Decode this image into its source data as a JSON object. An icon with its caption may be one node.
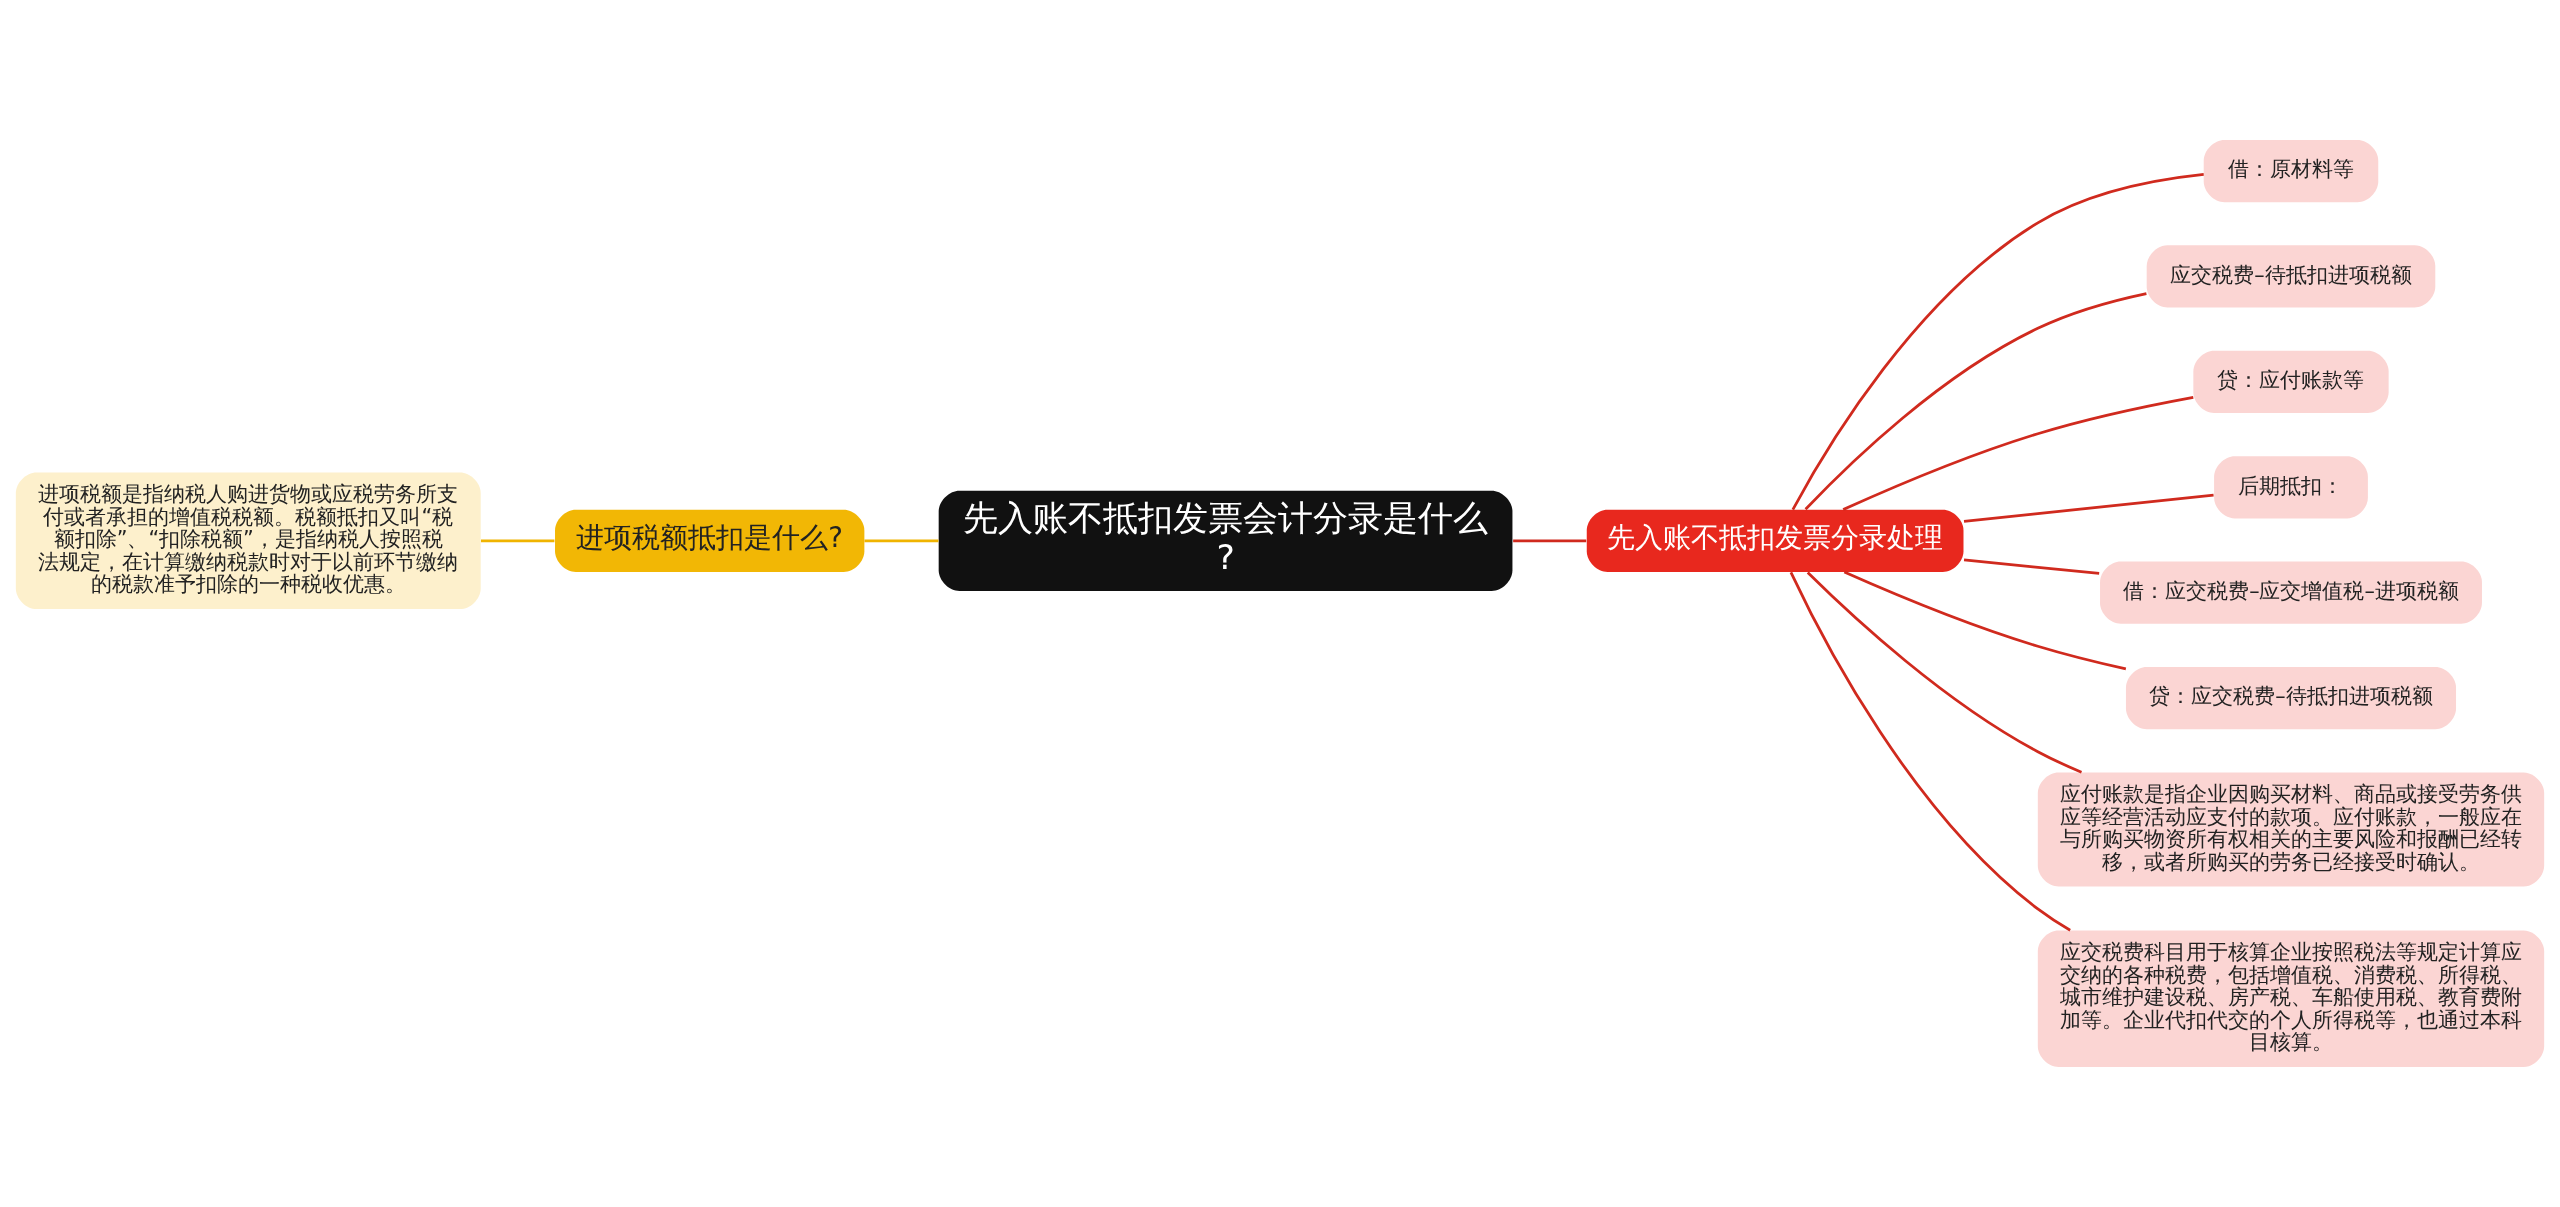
{
  "diagram": {
    "nodes": [
      {
        "text": [
          "先入账不抵扣发票会计分录是什么?"
        ]
      },
      {
        "text": [
          "进项税额抵扣是什么?"
        ]
      },
      {
        "text": [
          "进项税额是指纳税人购进货物或应税劳务所支付或者承担的增值税税额。税额抵扣又叫“税额扣除”、“扣除税额”，是指纳税人按照税法规定，在计算缴纳税款时对于以前环节缴纳的税款准予扣除的一种税收优惠。"
        ]
      },
      {
        "text": [
          "先入账不抵扣发票分录处理"
        ]
      },
      {
        "text": [
          "借：原材料等"
        ]
      },
      {
        "text": [
          "应交税费–待抵扣进项税额"
        ]
      },
      {
        "text": [
          "贷：应付账款等"
        ]
      },
      {
        "text": [
          "后期抵扣："
        ]
      },
      {
        "text": [
          "借：应交税费–应交增值税–进项税额"
        ]
      },
      {
        "text": [
          "贷：应交税费–待抵扣进项税额"
        ]
      },
      {
        "text": [
          "应付账款是指企业因购买材料、商品或接受劳务供应等经营活动应支付的款项。应付账款，一般应在与所购买物资所有权相关的主要风险和报酬已经转移，或者所购买的劳务已经接受时确认。"
        ]
      },
      {
        "text": [
          "应交税费科目用于核算企业按照税法等规定计算应交纳的各种税费，包括增值税、消费税、所得税、城市维护建设税、房产税、车船使用税、教育费附加等。企业代扣代交的个人所得税等，也通过本科目核算。"
        ]
      }
    ],
    "edges": [
      {
        "from": 2,
        "to": 1,
        "arrow": "none",
        "color": "#f0b400"
      },
      {
        "from": 1,
        "to": 0,
        "arrow": "none",
        "color": "#f0b400"
      },
      {
        "from": 0,
        "to": 3,
        "arrow": "none"
      },
      {
        "from": 3,
        "to": 4,
        "arrow": "none"
      },
      {
        "from": 3,
        "to": 5,
        "arrow": "none"
      },
      {
        "from": 3,
        "to": 6,
        "arrow": "none"
      },
      {
        "from": 3,
        "to": 7,
        "arrow": "none"
      },
      {
        "from": 3,
        "to": 8,
        "arrow": "none"
      },
      {
        "from": 3,
        "to": 9,
        "arrow": "none"
      },
      {
        "from": 3,
        "to": 10,
        "arrow": "none"
      },
      {
        "from": 3,
        "to": 11,
        "arrow": "none"
      }
    ]
  }
}
